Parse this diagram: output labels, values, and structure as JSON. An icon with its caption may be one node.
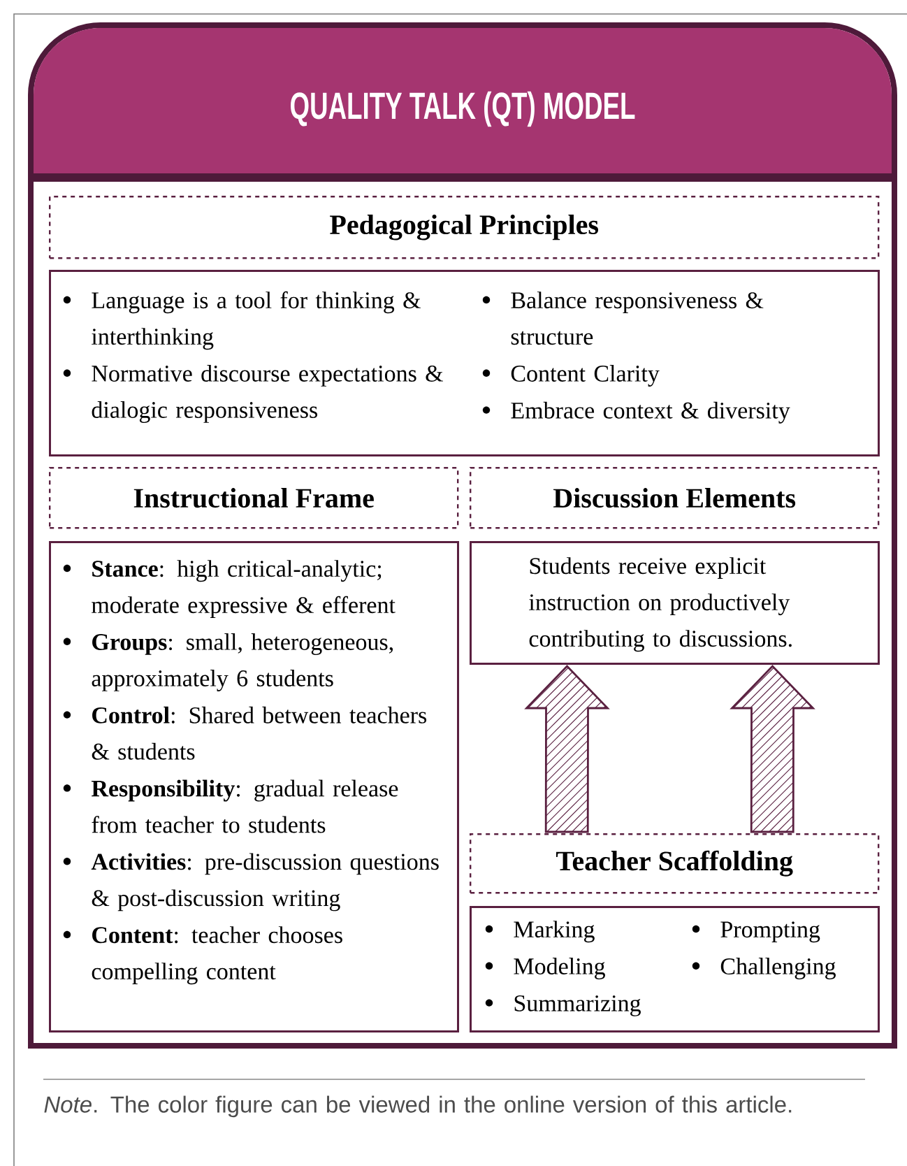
{
  "diagram": {
    "title": "QUALITY TALK (QT) MODEL",
    "caption": "*Note*. The color figure can be viewed in the online version of this article.",
    "nodes": [
      {
        "text": [
          "Pedagogical Principles"
        ]
      },
      {
        "text": [
          "Language is a tool for thinking & interthinking",
          "Normative discourse expectations & dialogic responsiveness",
          "Balance responsiveness & structure",
          "Content Clarity",
          "Embrace context & diversity"
        ]
      },
      {
        "text": [
          "Instructional Frame"
        ]
      },
      {
        "text": [
          "Discussion Elements"
        ]
      },
      {
        "text": [
          "**Stance**: high critical-analytic; moderate expressive & efferent",
          "**Groups**: small, heterogeneous, approximately 6 students",
          "**Control**: Shared between teachers & students",
          "**Responsibility**: gradual release from teacher to students",
          "**Activities**: pre-discussion questions & post-discussion writing",
          "**Content**: teacher chooses compelling content"
        ]
      },
      {
        "text": [
          "Students receive explicit instruction on productively contributing to discussions."
        ]
      },
      {
        "text": [
          "Teacher Scaffolding"
        ]
      },
      {
        "text": [
          "Marking",
          "Modeling",
          "Summarizing",
          "Prompting",
          "Challenging"
        ]
      }
    ],
    "edges": [
      {
        "from": 6,
        "to": 5,
        "arrow": "to"
      },
      {
        "from": 6,
        "to": 5,
        "arrow": "to"
      }
    ]
  }
}
